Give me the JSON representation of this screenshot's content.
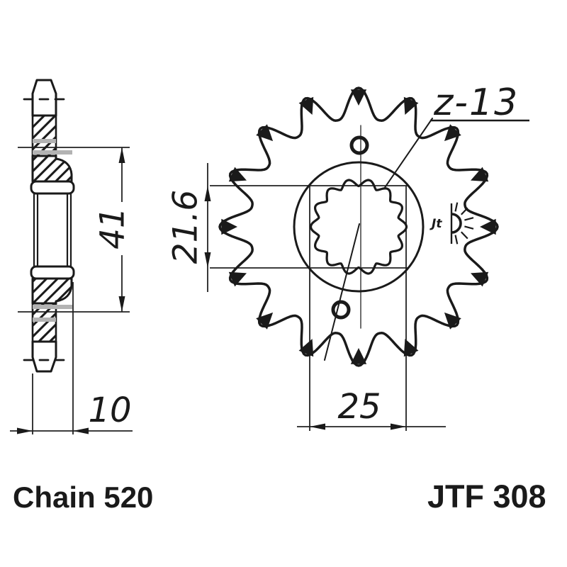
{
  "product": {
    "code": "JTF 308",
    "chain_label": "Chain 520",
    "teeth_label": "z-13"
  },
  "dimensions": {
    "outer_diameter": "41",
    "hub_width": "10",
    "spline_minor_diameter": "21.6",
    "spline_major_diameter": "25"
  },
  "logo": {
    "monogram": "Jt"
  },
  "colors": {
    "ink": "#1a1a1a",
    "line": "#222222",
    "band": "#b3b3b3",
    "background": "#ffffff"
  }
}
